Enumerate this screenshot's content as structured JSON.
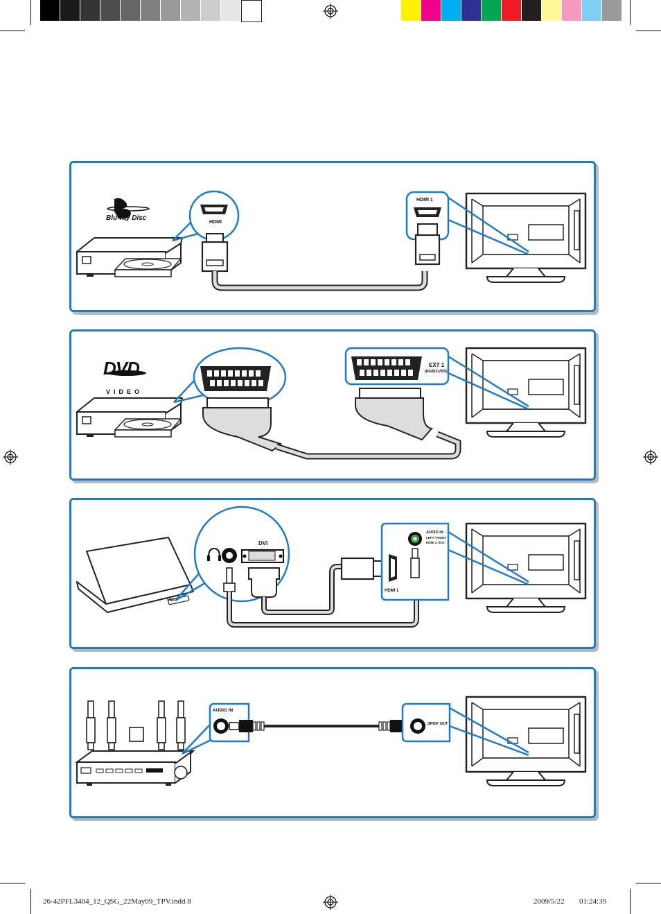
{
  "colors": {
    "accent_border": "#1f7bc8",
    "callout_blue": "#1f7bc8",
    "gray_bar": [
      "#000000",
      "#1a1a1a",
      "#333333",
      "#4d4d4d",
      "#666666",
      "#808080",
      "#999999",
      "#b3b3b3",
      "#cccccc",
      "#e6e6e6",
      "#ffffff"
    ],
    "color_bar": [
      "#fff200",
      "#ec008c",
      "#00aeef",
      "#2e3192",
      "#00a651",
      "#ed1c24",
      "#231f20",
      "#fff799",
      "#f49ac1",
      "#7ecef4",
      "#999999"
    ]
  },
  "panels": [
    {
      "logo_text": "Blu-ray Disc",
      "source_connector": "HDMI",
      "tv_connector": "HDMI 1",
      "source_device": "bluray-player"
    },
    {
      "logo_main": "DVD",
      "logo_sub": "VIDEO",
      "tv_connector_line1": "EXT 1",
      "tv_connector_line2": "(RGB/CVBS)",
      "source_device": "dvd-player"
    },
    {
      "pc_port_label": "DVI",
      "pc_small_label": "VGA",
      "tv_audio_line1": "AUDIO IN :",
      "tv_audio_line2": "LEFT / RIGHT",
      "tv_audio_line3": "HDMI 1 / DVI",
      "tv_connector": "HDMI 1",
      "source_device": "laptop"
    },
    {
      "source_connector": "AUDIO IN",
      "tv_connector": "SPDIF OUT",
      "source_device": "home-theatre"
    }
  ],
  "footer": {
    "filename": "26-42PFL3404_12_QSG_22May09_TPV.indd   8",
    "date": "2009/5/22",
    "time": "01:24:39"
  }
}
